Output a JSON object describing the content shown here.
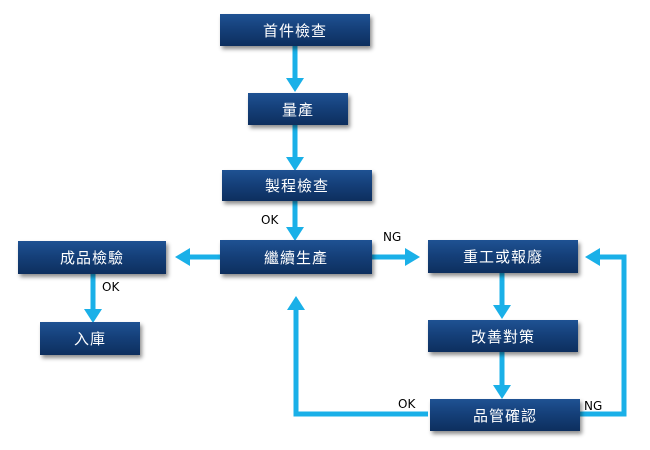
{
  "colors": {
    "node_fill": "#15407a",
    "node_text": "#ffffff",
    "arrow": "#1ab0e8"
  },
  "nodes": {
    "first_article_inspection": "首件檢查",
    "mass_production": "量產",
    "in_process_inspection": "製程檢查",
    "continue_production": "繼續生產",
    "final_product_inspection": "成品檢驗",
    "warehousing": "入庫",
    "rework_or_scrap": "重工或報廢",
    "improvement_countermeasure": "改善對策",
    "qc_confirmation": "品管確認"
  },
  "labels": {
    "ok_inspection": "OK",
    "ng_production": "NG",
    "ok_final": "OK",
    "ok_qc": "OK",
    "ng_qc": "NG"
  }
}
